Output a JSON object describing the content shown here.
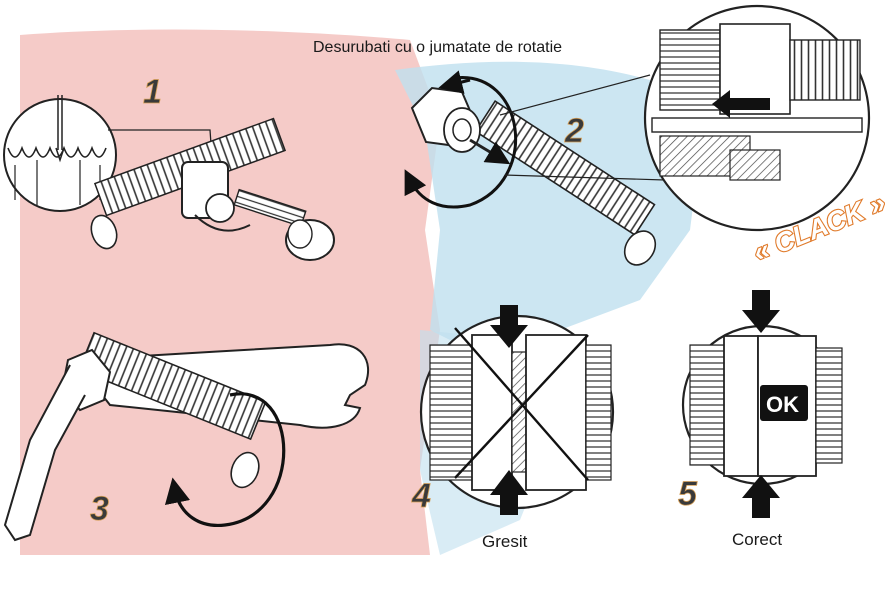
{
  "instruction_top": "Desurubati cu o jumatate de rotatie",
  "steps": [
    {
      "number": "1"
    },
    {
      "number": "2"
    },
    {
      "number": "3"
    },
    {
      "number": "4",
      "caption": "Gresit"
    },
    {
      "number": "5",
      "caption": "Corect"
    }
  ],
  "clack_label": "« CLACK »",
  "ok_label": "OK",
  "colors": {
    "background_red": "#f2b9b5",
    "background_blue": "#bfe0ef",
    "line_art": "#222222",
    "step_number_outline": "#d7a058",
    "clack_outline": "#e07a2a"
  }
}
